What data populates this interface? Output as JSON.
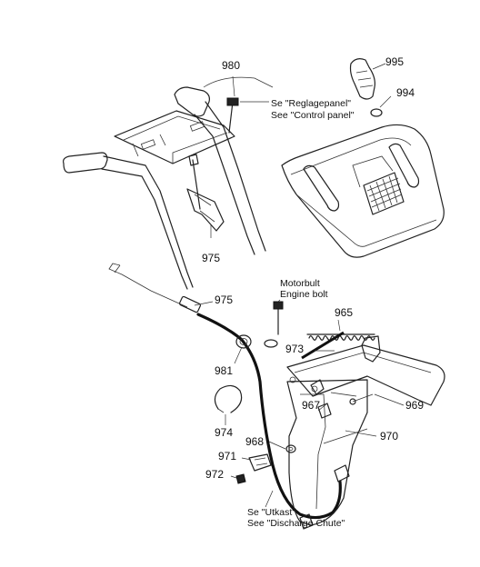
{
  "callouts": {
    "c980": "980",
    "c995": "995",
    "c994": "994",
    "c975_top": "975",
    "c975_mid": "975",
    "c965": "965",
    "c973": "973",
    "c981": "981",
    "c967": "967",
    "c969": "969",
    "c974": "974",
    "c968": "968",
    "c970": "970",
    "c971": "971",
    "c972": "972"
  },
  "notes": {
    "control_panel_sv": "Se \"Reglagepanel\"",
    "control_panel_en": "See \"Control panel\"",
    "engine_bolt_sv": "Motorbult",
    "engine_bolt_en": "Engine bolt",
    "chute_sv": "Se \"Utkast\"",
    "chute_en": "See \"Discharge Chute\""
  }
}
